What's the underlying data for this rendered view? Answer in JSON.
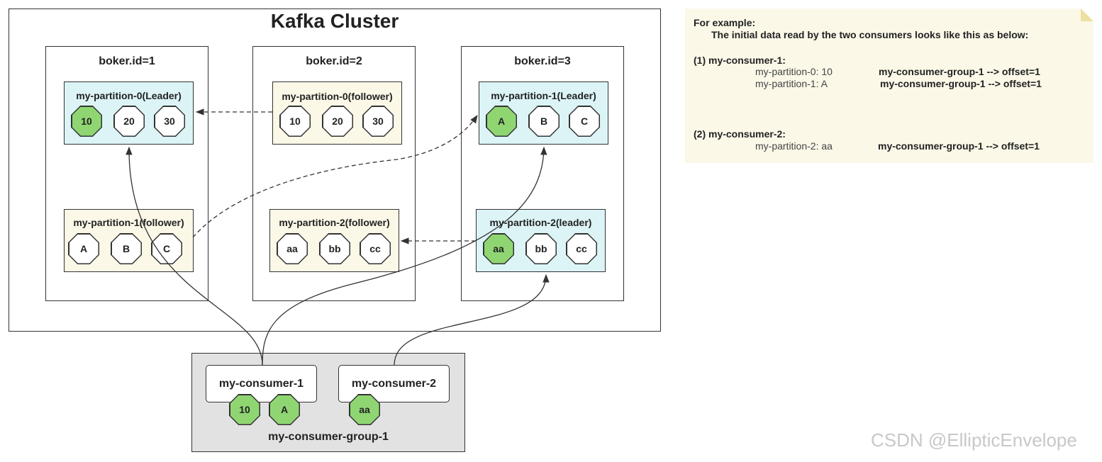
{
  "cluster": {
    "title": "Kafka Cluster"
  },
  "brokers": [
    {
      "label": "boker.id=1",
      "partitions": [
        {
          "label": "my-partition-0(Leader)",
          "role": "leader",
          "messages": [
            "10",
            "20",
            "30"
          ],
          "consumed": [
            true,
            false,
            false
          ]
        },
        {
          "label": "my-partition-1(follower)",
          "role": "follower",
          "messages": [
            "A",
            "B",
            "C"
          ],
          "consumed": [
            false,
            false,
            false
          ]
        }
      ]
    },
    {
      "label": "boker.id=2",
      "partitions": [
        {
          "label": "my-partition-0(follower)",
          "role": "follower",
          "messages": [
            "10",
            "20",
            "30"
          ],
          "consumed": [
            false,
            false,
            false
          ]
        },
        {
          "label": "my-partition-2(follower)",
          "role": "follower",
          "messages": [
            "aa",
            "bb",
            "cc"
          ],
          "consumed": [
            false,
            false,
            false
          ]
        }
      ]
    },
    {
      "label": "boker.id=3",
      "partitions": [
        {
          "label": "my-partition-1(Leader)",
          "role": "leader",
          "messages": [
            "A",
            "B",
            "C"
          ],
          "consumed": [
            true,
            false,
            false
          ]
        },
        {
          "label": "my-partition-2(leader)",
          "role": "leader",
          "messages": [
            "aa",
            "bb",
            "cc"
          ],
          "consumed": [
            true,
            false,
            false
          ]
        }
      ]
    }
  ],
  "group": {
    "label": "my-consumer-group-1",
    "consumers": [
      {
        "name": "my-consumer-1",
        "messages": [
          "10",
          "A"
        ]
      },
      {
        "name": "my-consumer-2",
        "messages": [
          "aa"
        ]
      }
    ]
  },
  "note": {
    "heading": "For example:",
    "intro": "The initial data read by the two consumers looks like this as below:",
    "sections": [
      {
        "title": "(1) my-consumer-1:",
        "rows": [
          {
            "partition": "my-partition-0:  10",
            "group": "my-consumer-group-1 --> ",
            "offset_key": "offset",
            "offset_val": "=1"
          },
          {
            "partition": "my-partition-1:   A",
            "group": "my-consumer-group-1 --> ",
            "offset_key": "offset",
            "offset_val": "=1"
          }
        ]
      },
      {
        "title": "(2) my-consumer-2:",
        "rows": [
          {
            "partition": "my-partition-2:  aa",
            "group": "my-consumer-group-1 --> ",
            "offset_key": "offset",
            "offset_val": "=1"
          }
        ]
      }
    ]
  },
  "watermark": "CSDN @EllipticEnvelope",
  "colors": {
    "leader_fill": "#dcf4f6",
    "follower_fill": "#fbf8e8",
    "consumed_fill": "#8fd673",
    "group_fill": "#e2e2e2",
    "note_fill": "#fbf8e8"
  }
}
